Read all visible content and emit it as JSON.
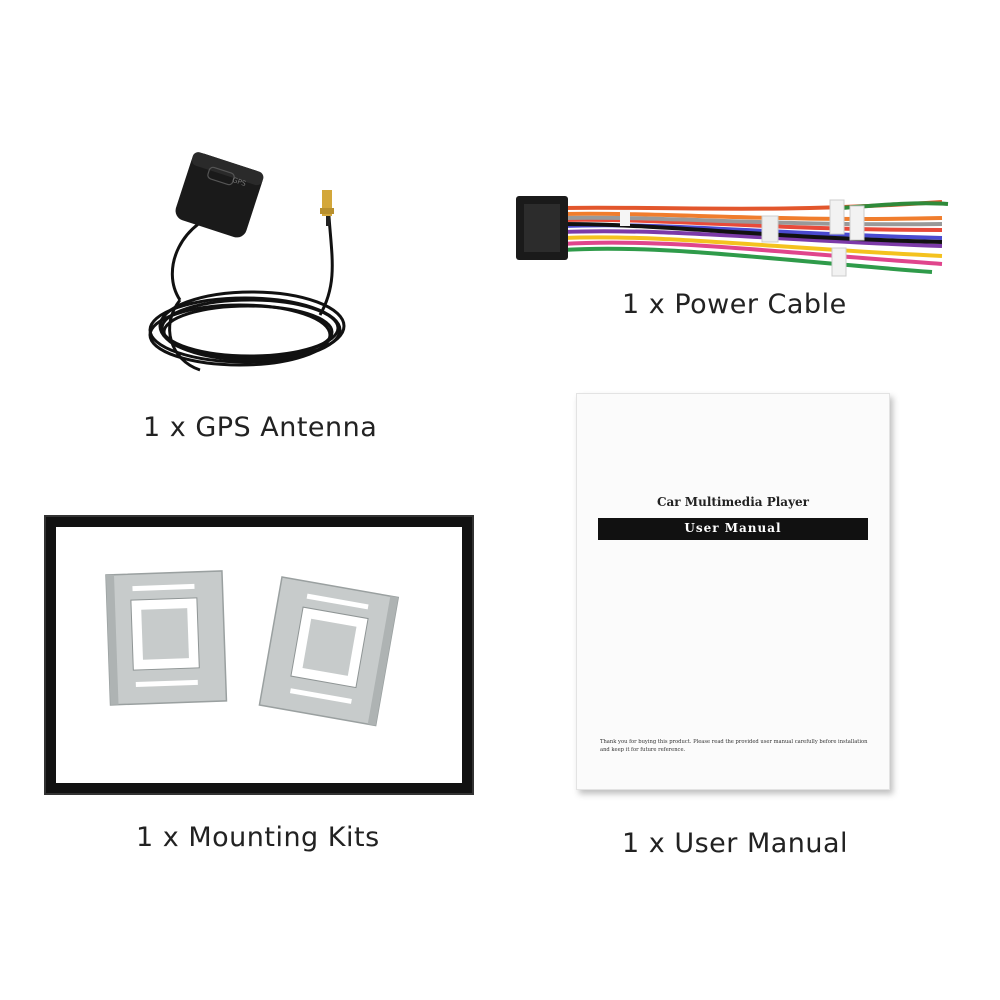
{
  "captions": {
    "gps": "1 x GPS Antenna",
    "power": "1 x Power Cable",
    "mounting": "1 x Mounting Kits",
    "manual": "1 x User Manual"
  },
  "manual": {
    "subtitle": "Car Multimedia Player",
    "title": "User Manual",
    "note": "Thank you for buying this product. Please read the provided user manual carefully before installation and keep it for future reference."
  },
  "gps_module": {
    "logo": "GPS"
  },
  "colors": {
    "background": "#ffffff",
    "frame": "#111111",
    "bracket": "#c7cbcb",
    "manual_bar": "#111111"
  }
}
